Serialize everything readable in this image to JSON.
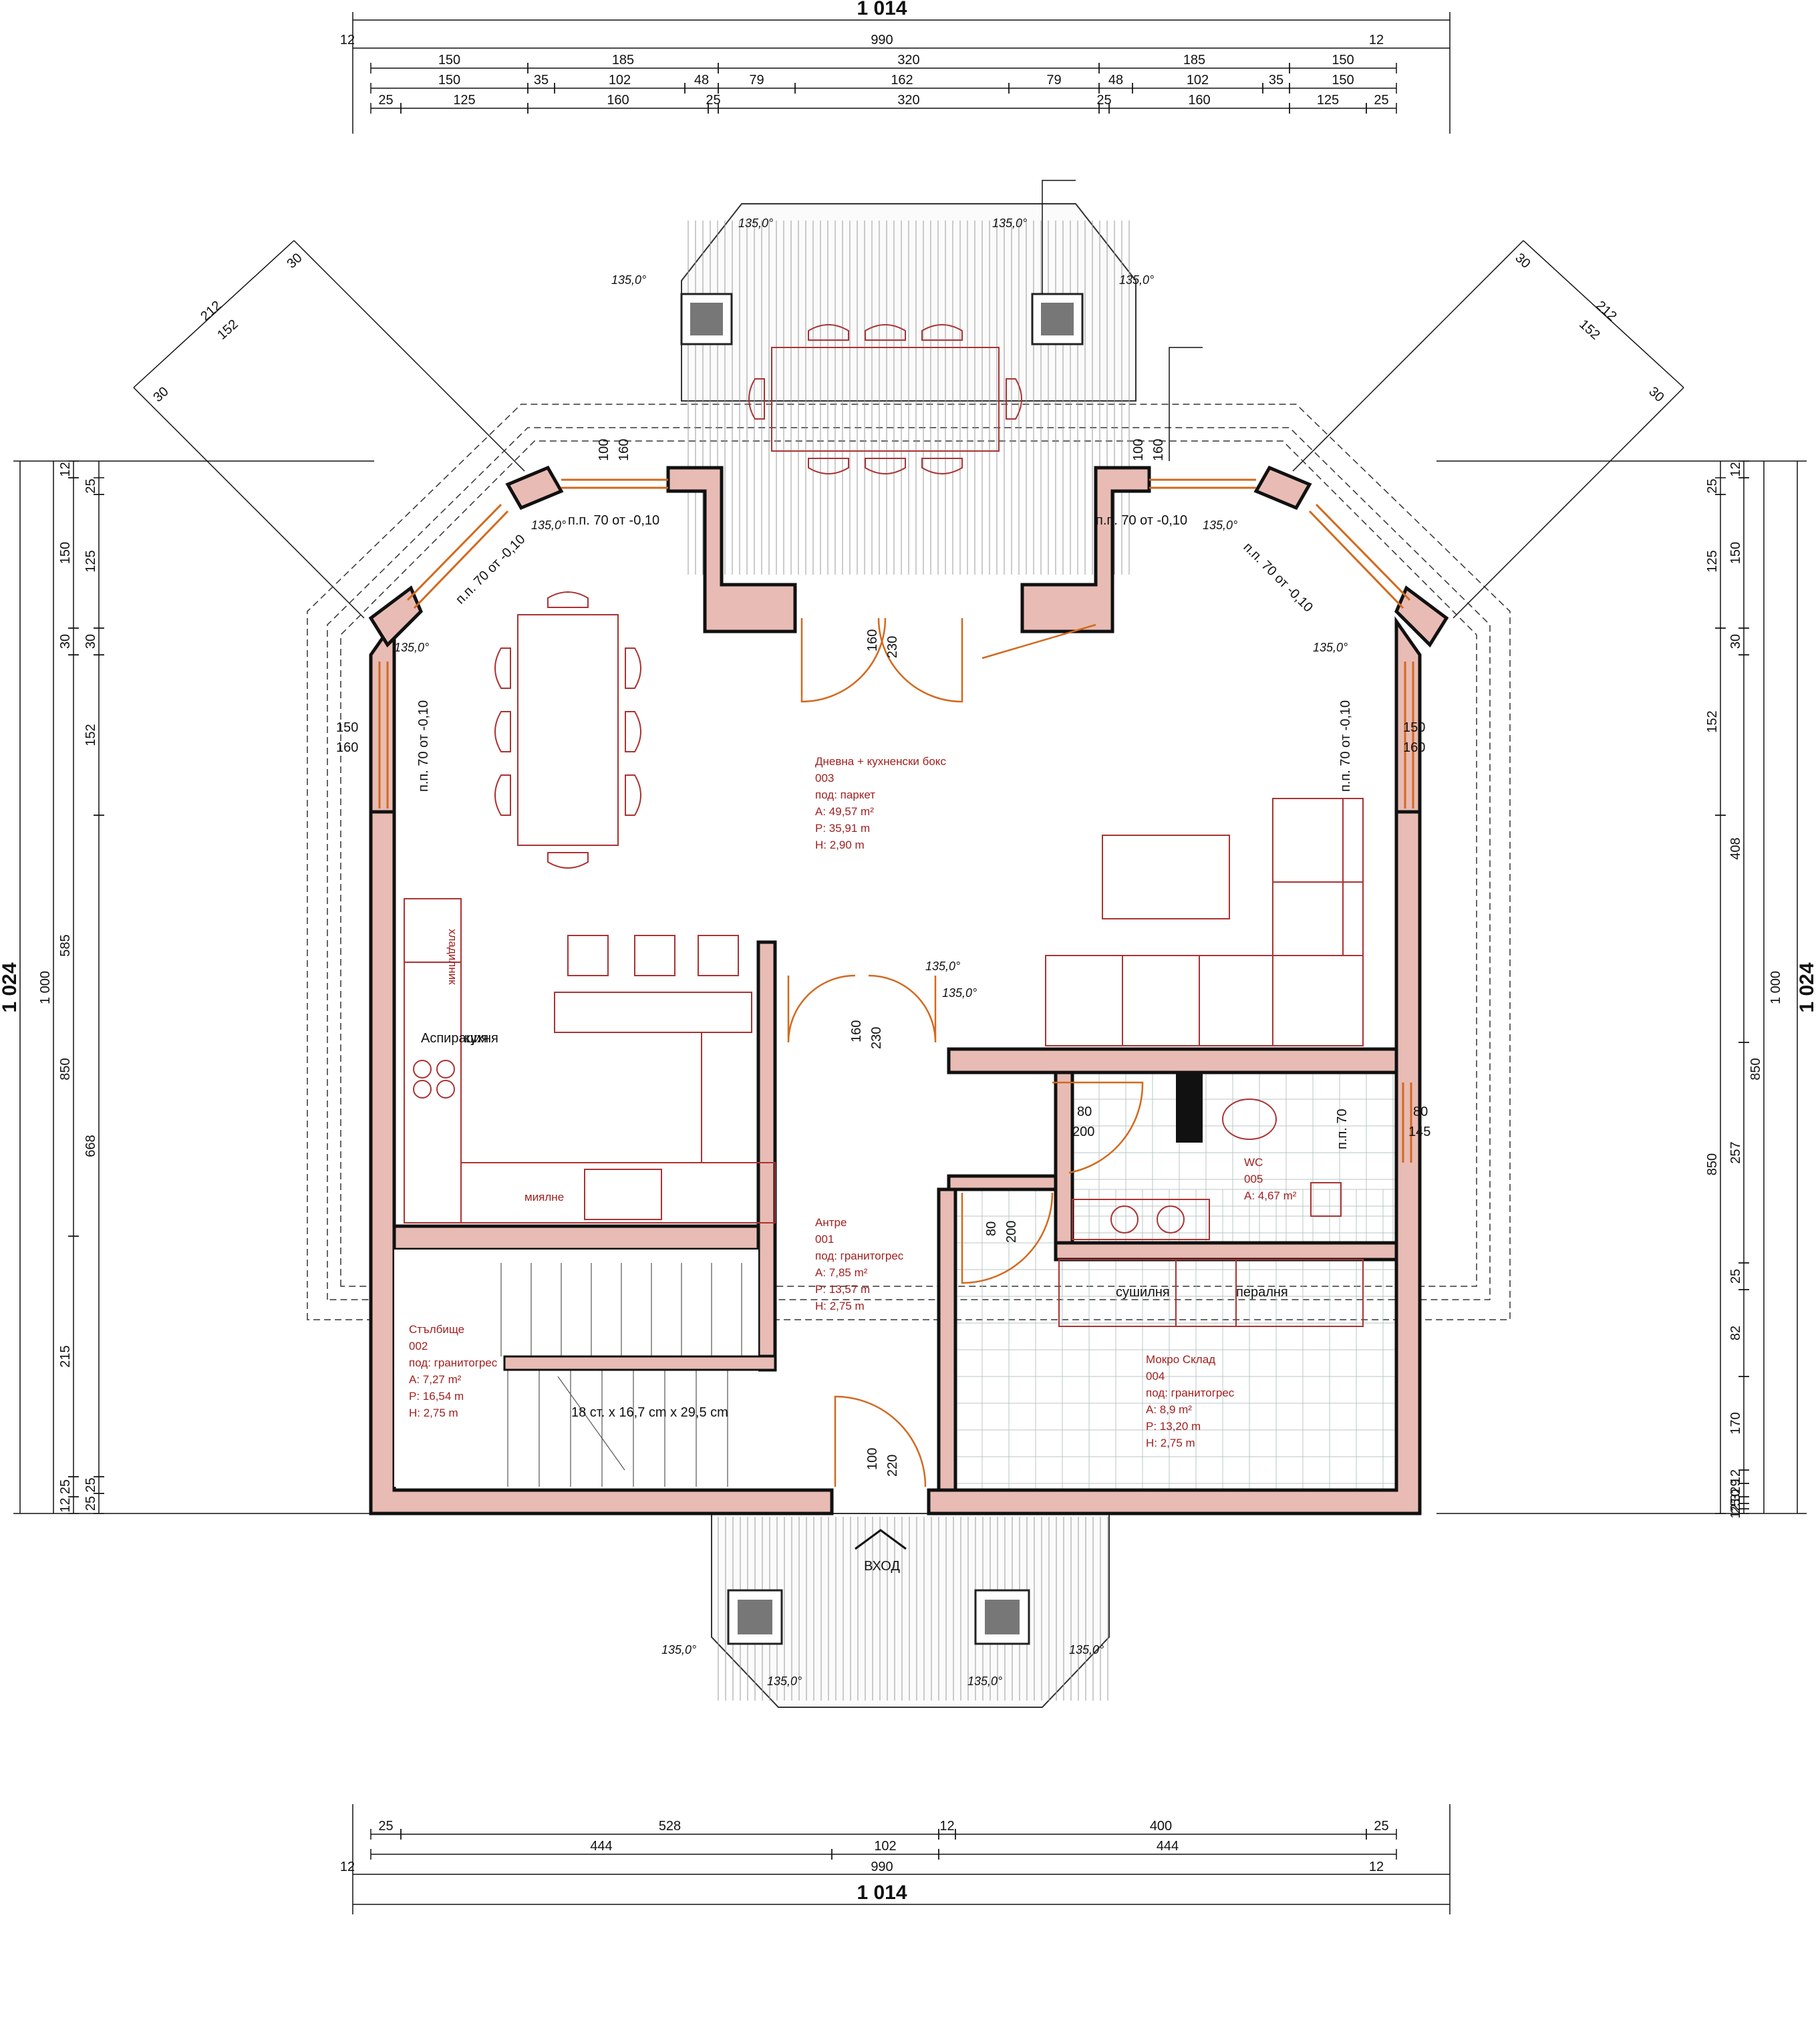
{
  "dims": {
    "overall": "1 014",
    "inner": "990",
    "side12": "12",
    "height_total": "1 024",
    "height_1000": "1 000",
    "height_850": "850",
    "top_row1": [
      "150",
      "185",
      "320",
      "185",
      "150"
    ],
    "top_row2": [
      "150",
      "35",
      "102",
      "48",
      "79",
      "162",
      "79",
      "48",
      "102",
      "35",
      "150"
    ],
    "top_row3": [
      "25",
      "125",
      "160",
      "25",
      "320",
      "25",
      "160",
      "125",
      "25"
    ],
    "bottom_row1": [
      "25",
      "528",
      "12",
      "400",
      "25"
    ],
    "bottom_row2": [
      "444",
      "102",
      "444"
    ],
    "left_outer": [
      "12",
      "150",
      "30",
      "585",
      "215",
      "25",
      "12"
    ],
    "left_inner": [
      "25",
      "125",
      "30",
      "152",
      "668",
      "25",
      "25"
    ],
    "right_outer": [
      "12",
      "150",
      "30",
      "408",
      "257",
      "25",
      "82",
      "170",
      "12",
      "329",
      "210",
      "25",
      "12"
    ],
    "right_inner": [
      "25",
      "125",
      "152",
      "850"
    ],
    "diag": [
      "212",
      "152",
      "30",
      "30"
    ],
    "wall_window": [
      "150",
      "160"
    ],
    "door_main": [
      "160",
      "230"
    ],
    "door_entry": [
      "100",
      "220"
    ],
    "door_wc": [
      "80",
      "200"
    ],
    "win_wc": [
      "80",
      "145"
    ],
    "win_100_160": [
      "100",
      "160"
    ]
  },
  "angle_label": "135,0°",
  "sill_label": "п.п. 70 от -0,10",
  "sill_wc": "п.п. 70",
  "rooms": [
    {
      "name": "Дневна + кухненски бокс",
      "num": "003",
      "floor": "под: паркет",
      "area": "A: 49,57 m²",
      "perim": "P: 35,91 m",
      "height": "H: 2,90 m"
    },
    {
      "name": "Антре",
      "num": "001",
      "floor": "под: гранитогрес",
      "area": "A: 7,85 m²",
      "perim": "P: 13,57 m",
      "height": "H: 2,75 m"
    },
    {
      "name": "Стълбище",
      "num": "002",
      "floor": "под: гранитогрес",
      "area": "A: 7,27 m²",
      "perim": "P: 16,54 m",
      "height": "H: 2,75 m"
    },
    {
      "name": "Мокро Склад",
      "num": "004",
      "floor": "под: гранитогрес",
      "area": "A: 8,9 m²",
      "perim": "P: 13,20 m",
      "height": "H: 2,75 m"
    },
    {
      "name": "WC",
      "num": "005",
      "floor": "",
      "area": "A: 4,67 m²",
      "perim": "",
      "height": ""
    }
  ],
  "fixtures": {
    "fridge": "хладилник",
    "hood": "Аспирация",
    "kitchen": "кухня",
    "sink": "миялне",
    "dryer": "сушилня",
    "washer": "пералня"
  },
  "stairs": "18 ст. x 16,7 cm x 29,5 cm",
  "entrance": "ВХОД"
}
